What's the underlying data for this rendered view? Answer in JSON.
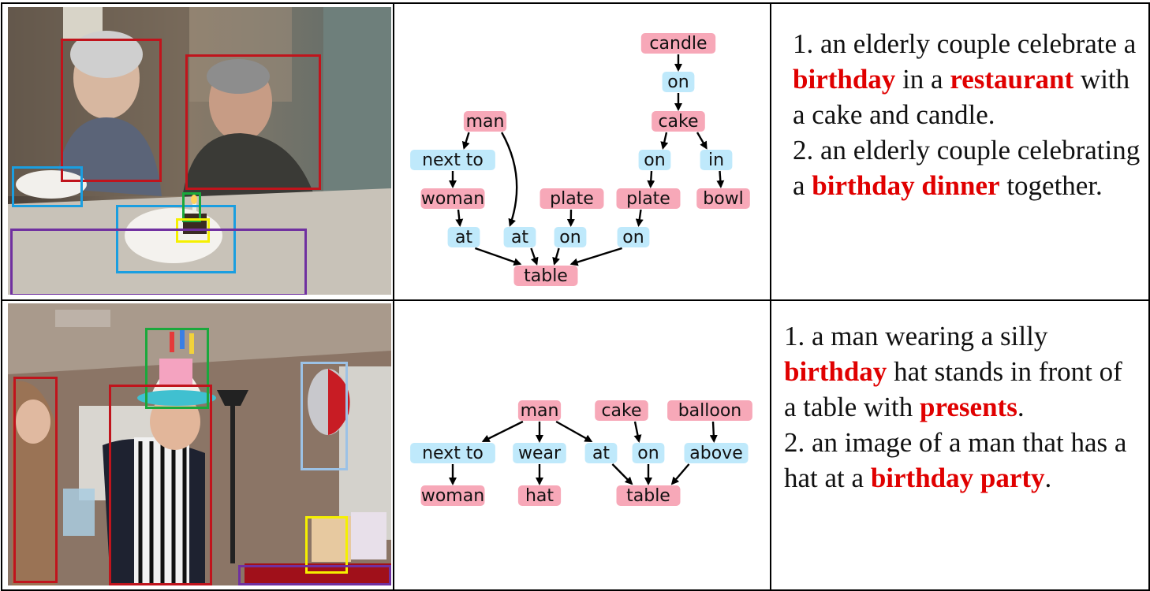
{
  "colors": {
    "object_node": "#f7a8b8",
    "relation_node": "#bfe9fb",
    "highlight": "#e00000",
    "bbox_red": "#c0141c",
    "bbox_blue": "#1a9ee0",
    "bbox_green": "#1aa83c",
    "bbox_yellow": "#f5f000",
    "bbox_purple": "#7030a0",
    "bbox_lightblue": "#9cc2e6"
  },
  "rows": [
    {
      "photo": {
        "description_icon": "restaurant-couple-birthday-photo",
        "boxes": [
          {
            "name": "woman-box",
            "color": "bbox_red"
          },
          {
            "name": "man-box",
            "color": "bbox_red"
          },
          {
            "name": "plate-box",
            "color": "bbox_blue"
          },
          {
            "name": "cake-plate-box",
            "color": "bbox_blue"
          },
          {
            "name": "candle-box",
            "color": "bbox_green"
          },
          {
            "name": "cake-box",
            "color": "bbox_yellow"
          },
          {
            "name": "table-box",
            "color": "bbox_purple"
          }
        ]
      },
      "graph": {
        "nodes": [
          {
            "id": "candle",
            "label": "candle",
            "kind": "object"
          },
          {
            "id": "on1",
            "label": "on",
            "kind": "relation"
          },
          {
            "id": "cake",
            "label": "cake",
            "kind": "object"
          },
          {
            "id": "man",
            "label": "man",
            "kind": "object"
          },
          {
            "id": "nextto",
            "label": "next to",
            "kind": "relation"
          },
          {
            "id": "on2",
            "label": "on",
            "kind": "relation"
          },
          {
            "id": "in",
            "label": "in",
            "kind": "relation"
          },
          {
            "id": "woman",
            "label": "woman",
            "kind": "object"
          },
          {
            "id": "plate1",
            "label": "plate",
            "kind": "object"
          },
          {
            "id": "plate2",
            "label": "plate",
            "kind": "object"
          },
          {
            "id": "bowl",
            "label": "bowl",
            "kind": "object"
          },
          {
            "id": "at1",
            "label": "at",
            "kind": "relation"
          },
          {
            "id": "at2",
            "label": "at",
            "kind": "relation"
          },
          {
            "id": "on3",
            "label": "on",
            "kind": "relation"
          },
          {
            "id": "on4",
            "label": "on",
            "kind": "relation"
          },
          {
            "id": "table",
            "label": "table",
            "kind": "object"
          }
        ],
        "edges": [
          [
            "candle",
            "on1"
          ],
          [
            "on1",
            "cake"
          ],
          [
            "cake",
            "on2"
          ],
          [
            "cake",
            "in"
          ],
          [
            "on2",
            "plate2"
          ],
          [
            "in",
            "bowl"
          ],
          [
            "man",
            "nextto"
          ],
          [
            "man",
            "at2"
          ],
          [
            "nextto",
            "woman"
          ],
          [
            "woman",
            "at1"
          ],
          [
            "plate1",
            "on3"
          ],
          [
            "plate2",
            "on4"
          ],
          [
            "at1",
            "table"
          ],
          [
            "at2",
            "table"
          ],
          [
            "on3",
            "table"
          ],
          [
            "on4",
            "table"
          ]
        ]
      },
      "captions": [
        [
          {
            "t": "1. an elderly couple celebrate a "
          },
          {
            "t": "birthday",
            "hl": true
          },
          {
            "t": " in a "
          },
          {
            "t": "restaurant",
            "hl": true
          },
          {
            "t": " with a cake and candle."
          }
        ],
        [
          {
            "t": "2. an elderly couple celebrating a "
          },
          {
            "t": "birthday",
            "hl": true
          },
          {
            "t": " "
          },
          {
            "t": "dinner",
            "hl": true
          },
          {
            "t": " together."
          }
        ]
      ]
    },
    {
      "photo": {
        "description_icon": "birthday-party-man-hat-photo",
        "boxes": [
          {
            "name": "hat-box",
            "color": "bbox_green"
          },
          {
            "name": "woman-box",
            "color": "bbox_red"
          },
          {
            "name": "man-box",
            "color": "bbox_red"
          },
          {
            "name": "balloon-box",
            "color": "bbox_lightblue"
          },
          {
            "name": "cake-box",
            "color": "bbox_yellow"
          },
          {
            "name": "table-box",
            "color": "bbox_purple"
          }
        ]
      },
      "graph": {
        "nodes": [
          {
            "id": "man",
            "label": "man",
            "kind": "object"
          },
          {
            "id": "cake",
            "label": "cake",
            "kind": "object"
          },
          {
            "id": "balloon",
            "label": "balloon",
            "kind": "object"
          },
          {
            "id": "nextto",
            "label": "next to",
            "kind": "relation"
          },
          {
            "id": "wear",
            "label": "wear",
            "kind": "relation"
          },
          {
            "id": "at",
            "label": "at",
            "kind": "relation"
          },
          {
            "id": "on",
            "label": "on",
            "kind": "relation"
          },
          {
            "id": "above",
            "label": "above",
            "kind": "relation"
          },
          {
            "id": "woman",
            "label": "woman",
            "kind": "object"
          },
          {
            "id": "hat",
            "label": "hat",
            "kind": "object"
          },
          {
            "id": "table",
            "label": "table",
            "kind": "object"
          }
        ],
        "edges": [
          [
            "man",
            "nextto"
          ],
          [
            "man",
            "wear"
          ],
          [
            "man",
            "at"
          ],
          [
            "cake",
            "on"
          ],
          [
            "balloon",
            "above"
          ],
          [
            "nextto",
            "woman"
          ],
          [
            "wear",
            "hat"
          ],
          [
            "at",
            "table"
          ],
          [
            "on",
            "table"
          ],
          [
            "above",
            "table"
          ]
        ]
      },
      "captions": [
        [
          {
            "t": "1. a man wearing a silly "
          },
          {
            "t": "birthday",
            "hl": true
          },
          {
            "t": " hat stands in front of a table with "
          },
          {
            "t": "presents",
            "hl": true
          },
          {
            "t": "."
          }
        ],
        [
          {
            "t": "2. an image of a man that has a hat at a "
          },
          {
            "t": "birthday",
            "hl": true
          },
          {
            "t": " "
          },
          {
            "t": "party",
            "hl": true
          },
          {
            "t": "."
          }
        ]
      ]
    }
  ]
}
